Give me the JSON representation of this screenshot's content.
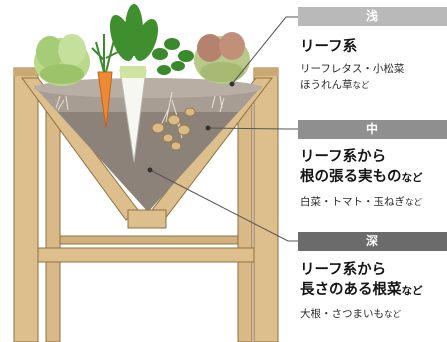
{
  "levels": [
    {
      "band": "浅",
      "headline_lines": [
        [
          "リーフ系",
          ""
        ]
      ],
      "example_lines": [
        [
          "リーフレタス・小松菜",
          ""
        ],
        [
          "ほうれん草",
          "など"
        ]
      ]
    },
    {
      "band": "中",
      "headline_lines": [
        [
          "リーフ系から",
          ""
        ],
        [
          "根の張る実もの",
          "など"
        ]
      ],
      "example_lines": [
        [
          "白菜・トマト・玉ねぎ",
          "など"
        ]
      ]
    },
    {
      "band": "深",
      "headline_lines": [
        [
          "リーフ系から",
          ""
        ],
        [
          "長さのある根菜",
          "など"
        ]
      ],
      "example_lines": [
        [
          "大根・さつまいも",
          "など"
        ]
      ]
    }
  ],
  "colors": {
    "wood": "#ddbf8e",
    "wood_dark": "#a9874f",
    "soil": "#8d8279",
    "soil_light": "#a89d93",
    "band_shallow": "#b9b9b9",
    "band_mid": "#8f8f8f",
    "band_deep": "#6b6b6b"
  }
}
